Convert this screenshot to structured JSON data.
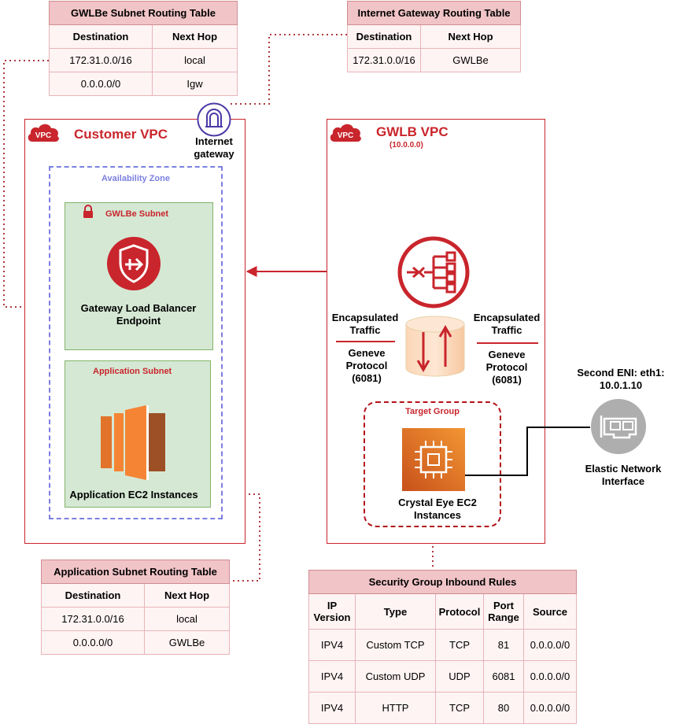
{
  "colors": {
    "vpc_red": "#c9252c",
    "ec2_orange": "#f58534",
    "table_header": "#f1c4c7",
    "subnet_green": "#d5e8d4",
    "az_blue": "#7b7fe0"
  },
  "gwlbe_table": {
    "title": "GWLBe Subnet Routing Table",
    "headers": [
      "Destination",
      "Next Hop"
    ],
    "rows": [
      [
        "172.31.0.0/16",
        "local"
      ],
      [
        "0.0.0.0/0",
        "Igw"
      ]
    ]
  },
  "igw_table": {
    "title": "Internet Gateway Routing Table",
    "headers": [
      "Destination",
      "Next Hop"
    ],
    "rows": [
      [
        "172.31.0.0/16",
        "GWLBe"
      ]
    ]
  },
  "app_table": {
    "title": "Application Subnet Routing Table",
    "headers": [
      "Destination",
      "Next Hop"
    ],
    "rows": [
      [
        "172.31.0.0/16",
        "local"
      ],
      [
        "0.0.0.0/0",
        "GWLBe"
      ]
    ]
  },
  "sg_table": {
    "title": "Security Group Inbound Rules",
    "headers": [
      "IP Version",
      "Type",
      "Protocol",
      "Port Range",
      "Source"
    ],
    "rows": [
      [
        "IPV4",
        "Custom TCP",
        "TCP",
        "81",
        "0.0.0.0/0"
      ],
      [
        "IPV4",
        "Custom UDP",
        "UDP",
        "6081",
        "0.0.0.0/0"
      ],
      [
        "IPV4",
        "HTTP",
        "TCP",
        "80",
        "0.0.0.0/0"
      ]
    ]
  },
  "customer_vpc": {
    "badge": "VPC",
    "title": "Customer VPC",
    "az_label": "Availability Zone",
    "gwlbe_subnet_label": "GWLBe Subnet",
    "app_subnet_label": "Application  Subnet",
    "gwlbe_endpoint_label": "Gateway Load Balancer Endpoint",
    "app_instances_label": "Application EC2 Instances"
  },
  "igw": {
    "label": "Internet gateway"
  },
  "gwlb_vpc": {
    "badge": "VPC",
    "title": "GWLB VPC",
    "cidr": "(10.0.0.0)",
    "left_encap": "Encapsulated Traffic",
    "left_proto": "Geneve Protocol (6081)",
    "right_encap": "Encapsulated Traffic",
    "right_proto": "Geneve Protocol (6081)",
    "target_group_label": "Target Group",
    "crystal_eye_label": "Crystal Eye EC2 Instances"
  },
  "eni": {
    "second_eni": "Second ENI: eth1: 10.0.1.10",
    "label": "Elastic Network Interface"
  },
  "icons": [
    "vpc-cloud-icon",
    "internet-gateway-icon",
    "lock-icon",
    "gwlb-endpoint-icon",
    "ec2-icon",
    "gateway-load-balancer-icon",
    "geneve-cylinder-icon",
    "ec2-instance-chip-icon",
    "eni-card-icon"
  ]
}
